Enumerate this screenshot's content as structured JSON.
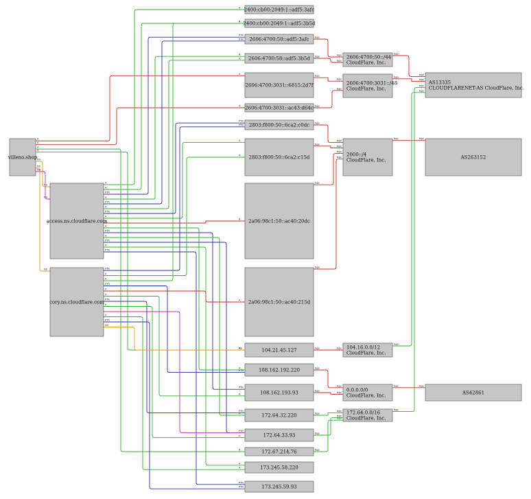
{
  "colors": {
    "A": "#2fb02f",
    "AAAA": "#c8281e",
    "PTR": "#2a2e9c",
    "NS": "#e09a18",
    "MX": "#c02cb0",
    "bgp": "#2fb02f"
  },
  "edge_labels": {
    "A": "A",
    "AAAA": "A",
    "PTR": "PTR",
    "NS": "NS",
    "bgp": "bgp"
  },
  "nodes": [
    {
      "id": "dom",
      "lines": [
        "villeno.shop"
      ]
    },
    {
      "id": "ns1",
      "lines": [
        "access.ns.cloudflare.com"
      ]
    },
    {
      "id": "ns2",
      "lines": [
        "cory.ns.cloudflare.com"
      ]
    },
    {
      "id": "ip6a",
      "lines": [
        "2400:cb00:2049:1::adf5:3afc"
      ]
    },
    {
      "id": "ip6b",
      "lines": [
        "2400:cb00:2049:1::adf5:3b5d"
      ]
    },
    {
      "id": "ip6c",
      "lines": [
        "2606:4700:50::adf5:3afc"
      ]
    },
    {
      "id": "ip6d",
      "lines": [
        "2606:4700:58::adf5:3b5d"
      ]
    },
    {
      "id": "ip6e",
      "lines": [
        "2606:4700:3031::6815:2d7f"
      ]
    },
    {
      "id": "ip6f",
      "lines": [
        "2606:4700:3031::ac43:d64c"
      ]
    },
    {
      "id": "ip6g",
      "lines": [
        "2803:f800:50::6ca2:c0dc"
      ]
    },
    {
      "id": "ip6h",
      "lines": [
        "2803:f800:50::6ca2:c15d"
      ]
    },
    {
      "id": "ip6i",
      "lines": [
        "2a06:98c1:50::ac40:20dc"
      ]
    },
    {
      "id": "ip6j",
      "lines": [
        "2a06:98c1:50::ac40:215d"
      ]
    },
    {
      "id": "ip4a",
      "lines": [
        "104.21.45.127"
      ]
    },
    {
      "id": "ip4b",
      "lines": [
        "108.162.192.220"
      ]
    },
    {
      "id": "ip4c",
      "lines": [
        "108.162.193.93"
      ]
    },
    {
      "id": "ip4d",
      "lines": [
        "172.64.32.220"
      ]
    },
    {
      "id": "ip4e",
      "lines": [
        "172.64.33.93"
      ]
    },
    {
      "id": "ip4f",
      "lines": [
        "172.67.214.76"
      ]
    },
    {
      "id": "ip4g",
      "lines": [
        "173.245.58.220"
      ]
    },
    {
      "id": "ip4h",
      "lines": [
        "173.245.59.93"
      ]
    },
    {
      "id": "pfx1",
      "lines": [
        "2606:4700:50::/44",
        "CloudFlare, Inc."
      ]
    },
    {
      "id": "pfx2",
      "lines": [
        "2606:4700:3031::/48",
        "CloudFlare, Inc."
      ]
    },
    {
      "id": "pfx3",
      "lines": [
        "2000::/4",
        "CloudFlare, Inc."
      ]
    },
    {
      "id": "pfx4",
      "lines": [
        "104.16.0.0/12",
        "CloudFlare, Inc."
      ]
    },
    {
      "id": "pfx5",
      "lines": [
        "0.0.0.0/0",
        "CloudFlare, Inc."
      ]
    },
    {
      "id": "pfx6",
      "lines": [
        "172.64.0.0/16",
        "CloudFlare, Inc."
      ]
    },
    {
      "id": "as1",
      "lines": [
        "AS13335",
        "CLOUDFLARENET-AS CloudFlare, Inc."
      ]
    },
    {
      "id": "as2",
      "lines": [
        "AS263152"
      ]
    },
    {
      "id": "as3",
      "lines": [
        "AS42861"
      ]
    }
  ]
}
